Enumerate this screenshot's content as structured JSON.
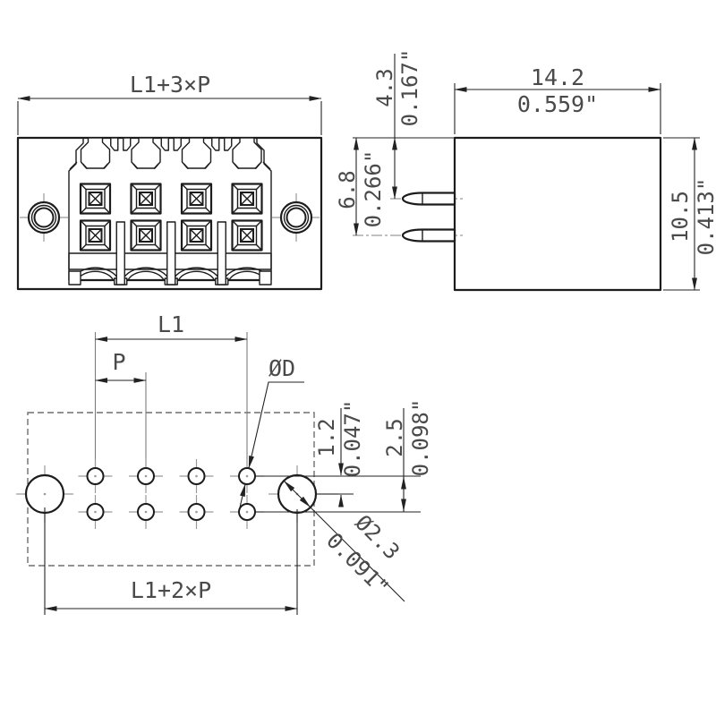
{
  "front_view": {
    "overall_width": "L1+3×P"
  },
  "side_view": {
    "body_width_mm": "14.2",
    "body_width_in": "0.559\"",
    "pin1_offset_mm": "4.3",
    "pin1_offset_in": "0.167\"",
    "pin2_offset_mm": "6.8",
    "pin2_offset_in": "0.266\"",
    "body_height_mm": "10.5",
    "body_height_in": "0.413\""
  },
  "footprint": {
    "l1": "L1",
    "pitch": "P",
    "pad_hole_dia": "ØD",
    "row_offset_mm": "1.2",
    "row_offset_in": "0.047\"",
    "row_pitch_mm": "2.5",
    "row_pitch_in": "0.098\"",
    "mounting_hole_dia_mm": "Ø2.3",
    "mounting_hole_dia_in": "0.091\"",
    "overall_width": "L1+2×P"
  }
}
